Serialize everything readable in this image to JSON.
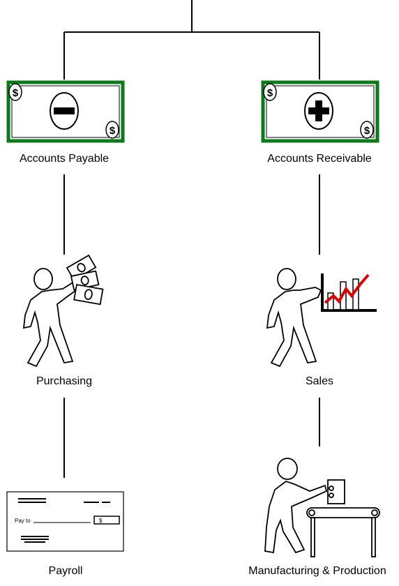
{
  "nodes": {
    "accounts_payable": "Accounts Payable",
    "accounts_receivable": "Accounts Receivable",
    "purchasing": "Purchasing",
    "sales": "Sales",
    "payroll": "Payroll",
    "manufacturing": "Manufacturing & Production"
  },
  "money": {
    "dollar_symbol": "$"
  },
  "check": {
    "pay_to_label": "Pay to",
    "amount_symbol": "$"
  },
  "colors": {
    "bill_border": "#0a7a1a",
    "chart_line": "#e00000",
    "stroke": "#000000"
  },
  "icons": {
    "payable_bill": "minus-bill-icon",
    "receivable_bill": "plus-bill-icon",
    "purchasing_figure": "person-carrying-money-icon",
    "sales_figure": "person-pointing-chart-icon",
    "payroll_check": "check-icon",
    "manufacturing_figure": "person-conveyor-icon"
  }
}
